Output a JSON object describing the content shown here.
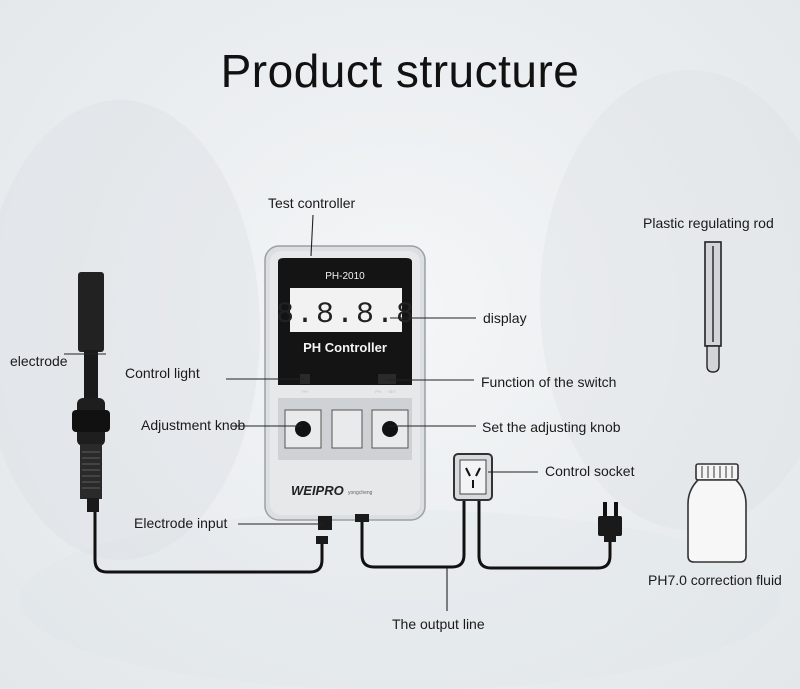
{
  "title": "Product structure",
  "device": {
    "model": "PH-2010",
    "display": "8.8.8.8",
    "panel_label": "PH Controller",
    "brand": "WEIPRO",
    "brand_sub": "yongcheng",
    "small_labels": [
      "PH",
      "PH",
      "SET"
    ]
  },
  "labels": {
    "test_controller": "Test controller",
    "display": "display",
    "electrode": "electrode",
    "control_light": "Control light",
    "function_switch": "Function of the switch",
    "adjustment_knob": "Adjustment knob",
    "set_adjusting_knob": "Set the adjusting knob",
    "control_socket": "Control socket",
    "electrode_input": "Electrode input",
    "output_line": "The output line",
    "plastic_rod": "Plastic regulating rod",
    "correction_fluid": "PH7.0 correction fluid"
  }
}
